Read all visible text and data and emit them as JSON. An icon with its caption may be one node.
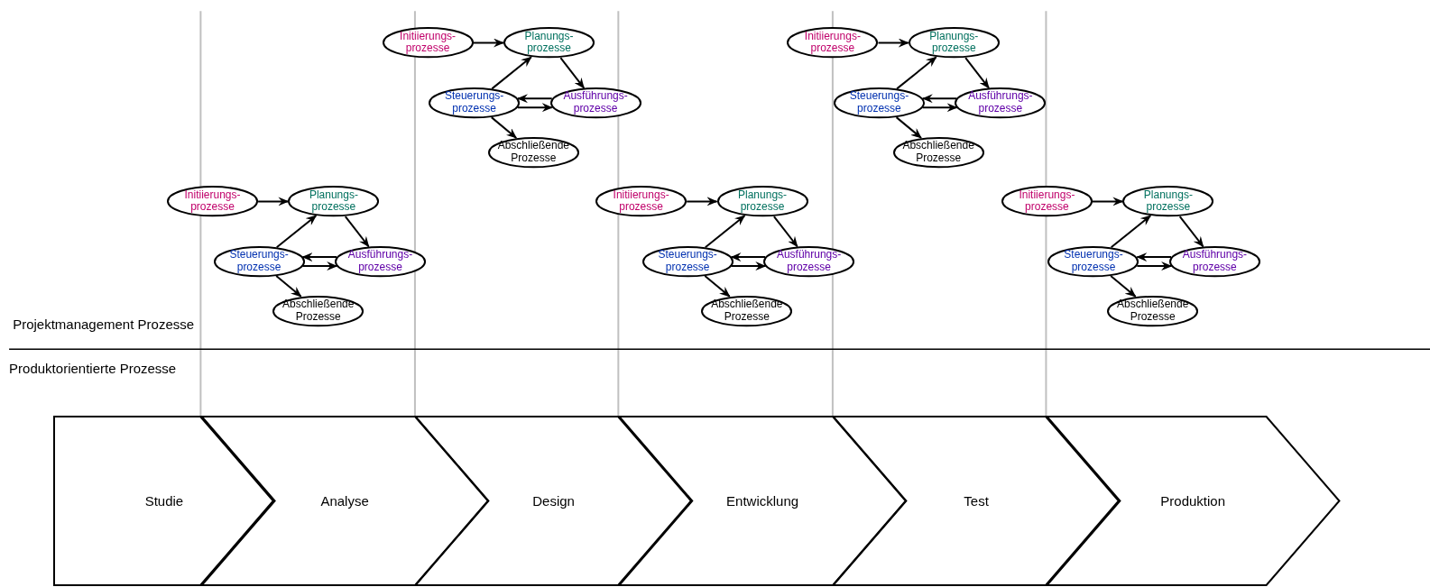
{
  "diagram": {
    "nodes": [
      {
        "text": [
          "Initiierungs- prozesse"
        ]
      },
      {
        "text": [
          "Planungs- prozesse"
        ]
      },
      {
        "text": [
          "Steuerungs- prozesse"
        ]
      },
      {
        "text": [
          "Ausführungs- prozesse"
        ]
      },
      {
        "text": [
          "Abschließende Prozesse"
        ]
      },
      {
        "text": [
          "Initiierungs- prozesse"
        ]
      },
      {
        "text": [
          "Planungs- prozesse"
        ]
      },
      {
        "text": [
          "Steuerungs- prozesse"
        ]
      },
      {
        "text": [
          "Ausführungs- prozesse"
        ]
      },
      {
        "text": [
          "Abschließende Prozesse"
        ]
      },
      {
        "text": [
          "Initiierungs- prozesse"
        ]
      },
      {
        "text": [
          "Planungs- prozesse"
        ]
      },
      {
        "text": [
          "Steuerungs- prozesse"
        ]
      },
      {
        "text": [
          "Ausführungs- prozesse"
        ]
      },
      {
        "text": [
          "Abschließende Prozesse"
        ]
      },
      {
        "text": [
          "Initiierungs- prozesse"
        ]
      },
      {
        "text": [
          "Planungs- prozesse"
        ]
      },
      {
        "text": [
          "Steuerungs- prozesse"
        ]
      },
      {
        "text": [
          "Ausführungs- prozesse"
        ]
      },
      {
        "text": [
          "Abschließende Prozesse"
        ]
      },
      {
        "text": [
          "Initiierungs- prozesse"
        ]
      },
      {
        "text": [
          "Planungs- prozesse"
        ]
      },
      {
        "text": [
          "Steuerungs- prozesse"
        ]
      },
      {
        "text": [
          "Ausführungs- prozesse"
        ]
      },
      {
        "text": [
          "Abschließende Prozesse"
        ]
      },
      {
        "text": [
          "Studie"
        ]
      },
      {
        "text": [
          "Analyse"
        ]
      },
      {
        "text": [
          "Design"
        ]
      },
      {
        "text": [
          "Entwicklung"
        ]
      },
      {
        "text": [
          "Test"
        ]
      },
      {
        "text": [
          "Produktion"
        ]
      }
    ],
    "edges": [
      {
        "from": 0,
        "to": 1,
        "arrow": "to"
      },
      {
        "from": 2,
        "to": 1,
        "arrow": "to"
      },
      {
        "from": 1,
        "to": 3,
        "arrow": "to"
      },
      {
        "from": 3,
        "to": 2,
        "arrow": "to"
      },
      {
        "from": 2,
        "to": 3,
        "arrow": "to"
      },
      {
        "from": 2,
        "to": 4,
        "arrow": "to"
      },
      {
        "from": 5,
        "to": 6,
        "arrow": "to"
      },
      {
        "from": 7,
        "to": 6,
        "arrow": "to"
      },
      {
        "from": 6,
        "to": 8,
        "arrow": "to"
      },
      {
        "from": 8,
        "to": 7,
        "arrow": "to"
      },
      {
        "from": 7,
        "to": 8,
        "arrow": "to"
      },
      {
        "from": 7,
        "to": 9,
        "arrow": "to"
      },
      {
        "from": 10,
        "to": 11,
        "arrow": "to"
      },
      {
        "from": 12,
        "to": 11,
        "arrow": "to"
      },
      {
        "from": 11,
        "to": 13,
        "arrow": "to"
      },
      {
        "from": 13,
        "to": 12,
        "arrow": "to"
      },
      {
        "from": 12,
        "to": 13,
        "arrow": "to"
      },
      {
        "from": 12,
        "to": 14,
        "arrow": "to"
      },
      {
        "from": 15,
        "to": 16,
        "arrow": "to"
      },
      {
        "from": 17,
        "to": 16,
        "arrow": "to"
      },
      {
        "from": 16,
        "to": 18,
        "arrow": "to"
      },
      {
        "from": 18,
        "to": 17,
        "arrow": "to"
      },
      {
        "from": 17,
        "to": 18,
        "arrow": "to"
      },
      {
        "from": 17,
        "to": 19,
        "arrow": "to"
      },
      {
        "from": 20,
        "to": 21,
        "arrow": "to"
      },
      {
        "from": 22,
        "to": 21,
        "arrow": "to"
      },
      {
        "from": 21,
        "to": 23,
        "arrow": "to"
      },
      {
        "from": 23,
        "to": 22,
        "arrow": "to"
      },
      {
        "from": 22,
        "to": 23,
        "arrow": "to"
      },
      {
        "from": 22,
        "to": 24,
        "arrow": "to"
      }
    ],
    "labels": [
      "Projektmanagement Prozesse",
      "Produktorientierte Prozesse"
    ]
  }
}
